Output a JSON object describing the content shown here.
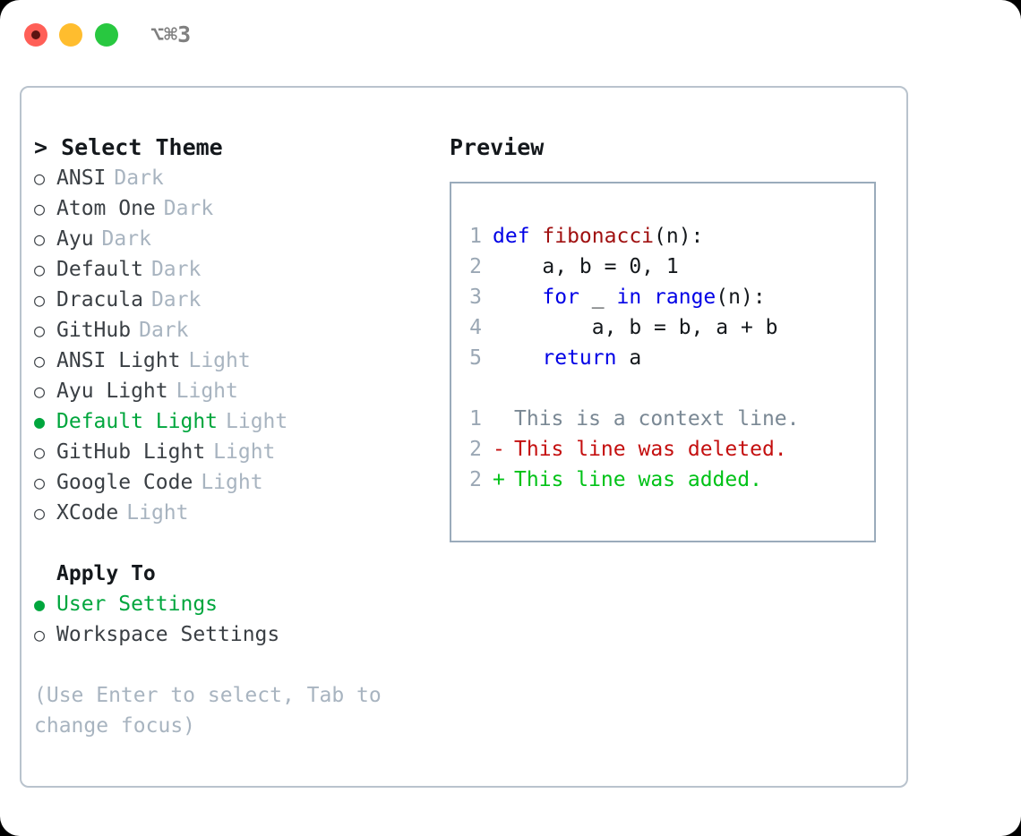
{
  "titlebar": {
    "shortcut": "⌥⌘3",
    "buttons": [
      "close",
      "minimize",
      "maximize"
    ],
    "colors": {
      "close": "#ff5f57",
      "minimize": "#ffbd2e",
      "maximize": "#28c840"
    }
  },
  "theme_picker": {
    "heading": "> Select Theme",
    "bullet_selected": "●",
    "bullet_unselected": "○",
    "accent_color": "#00a63d",
    "items": [
      {
        "label": "ANSI",
        "tag": "Dark",
        "selected": false
      },
      {
        "label": "Atom One",
        "tag": "Dark",
        "selected": false
      },
      {
        "label": "Ayu",
        "tag": "Dark",
        "selected": false
      },
      {
        "label": "Default",
        "tag": "Dark",
        "selected": false
      },
      {
        "label": "Dracula",
        "tag": "Dark",
        "selected": false
      },
      {
        "label": "GitHub",
        "tag": "Dark",
        "selected": false
      },
      {
        "label": "ANSI Light",
        "tag": "Light",
        "selected": false
      },
      {
        "label": "Ayu Light",
        "tag": "Light",
        "selected": false
      },
      {
        "label": "Default Light",
        "tag": "Light",
        "selected": true
      },
      {
        "label": "GitHub Light",
        "tag": "Light",
        "selected": false
      },
      {
        "label": "Google Code",
        "tag": "Light",
        "selected": false
      },
      {
        "label": "XCode",
        "tag": "Light",
        "selected": false
      }
    ]
  },
  "apply_to": {
    "heading": "Apply To",
    "items": [
      {
        "label": "User Settings",
        "selected": true
      },
      {
        "label": "Workspace Settings",
        "selected": false
      }
    ]
  },
  "hint": "(Use Enter to select, Tab to change focus)",
  "preview": {
    "title": "Preview",
    "code_lines": [
      {
        "lineno": "1",
        "tokens": [
          {
            "text": "def ",
            "type": "kw"
          },
          {
            "text": "fibonacci",
            "type": "fn"
          },
          {
            "text": "(n):",
            "type": "plain"
          }
        ]
      },
      {
        "lineno": "2",
        "tokens": [
          {
            "text": "    a, b = 0, 1",
            "type": "plain"
          }
        ]
      },
      {
        "lineno": "3",
        "tokens": [
          {
            "text": "    ",
            "type": "plain"
          },
          {
            "text": "for",
            "type": "kw"
          },
          {
            "text": " _ ",
            "type": "plain"
          },
          {
            "text": "in",
            "type": "kw"
          },
          {
            "text": " ",
            "type": "plain"
          },
          {
            "text": "range",
            "type": "kw"
          },
          {
            "text": "(n):",
            "type": "plain"
          }
        ]
      },
      {
        "lineno": "4",
        "tokens": [
          {
            "text": "        a, b = b, a + b",
            "type": "plain"
          }
        ]
      },
      {
        "lineno": "5",
        "tokens": [
          {
            "text": "    ",
            "type": "plain"
          },
          {
            "text": "return",
            "type": "kw"
          },
          {
            "text": " a",
            "type": "plain"
          }
        ]
      }
    ],
    "diff_lines": [
      {
        "lineno": "1",
        "marker": " ",
        "text": "This is a context line.",
        "type": "context"
      },
      {
        "lineno": "2",
        "marker": "-",
        "text": "This line was deleted.",
        "type": "deleted"
      },
      {
        "lineno": "2",
        "marker": "+",
        "text": "This line was added.",
        "type": "added"
      }
    ],
    "syntax_colors": {
      "keyword": "#0000e6",
      "function": "#a01010",
      "plain": "#14181c",
      "lineno": "#9aa7b4",
      "diff_context": "#7a8894",
      "diff_deleted": "#c40f0f",
      "diff_added": "#00c217"
    }
  }
}
